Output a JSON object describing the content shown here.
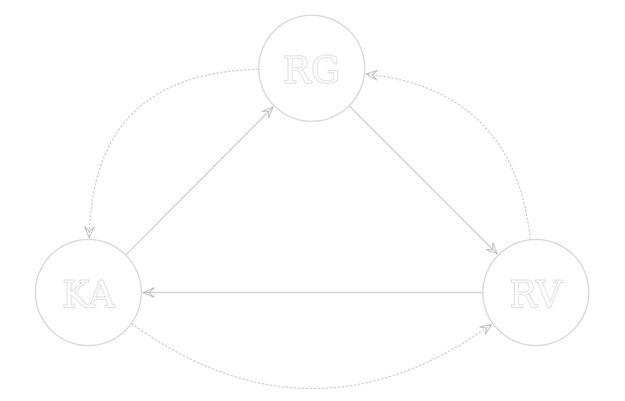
{
  "nodes": [
    {
      "id": "RG",
      "label": "RG"
    },
    {
      "id": "KA",
      "label": "KA"
    },
    {
      "id": "RV",
      "label": "RV"
    }
  ],
  "edges": [
    {
      "from": "KA",
      "to": "RG",
      "style": "straight"
    },
    {
      "from": "RG",
      "to": "RV",
      "style": "straight"
    },
    {
      "from": "RV",
      "to": "KA",
      "style": "straight"
    },
    {
      "from": "RG",
      "to": "KA",
      "style": "curved"
    },
    {
      "from": "RV",
      "to": "RG",
      "style": "curved"
    },
    {
      "from": "KA",
      "to": "RV",
      "style": "curved"
    }
  ],
  "colors": {
    "background": "#ffffff",
    "line": "#c4c4c4",
    "node_outline": "#d0d0d0"
  }
}
